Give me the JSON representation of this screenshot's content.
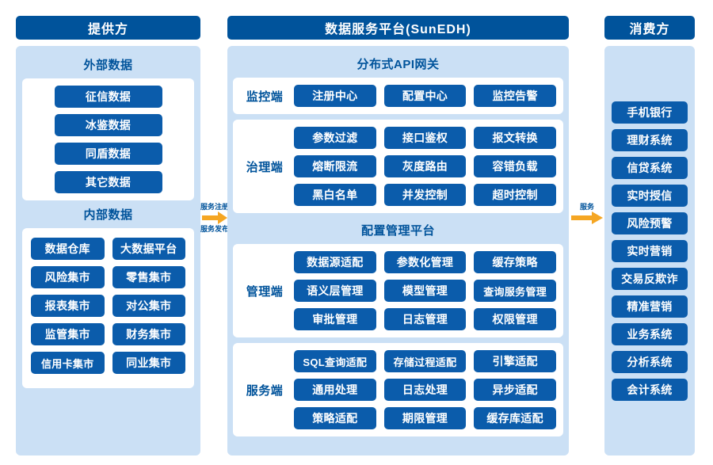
{
  "columns": {
    "provider": {
      "header": "提供方",
      "groups": [
        {
          "title": "外部数据",
          "items": [
            "征信数据",
            "冰鉴数据",
            "同盾数据",
            "其它数据"
          ]
        },
        {
          "title": "内部数据",
          "items": [
            "数据仓库",
            "大数据平台",
            "风险集市",
            "零售集市",
            "报表集市",
            "对公集市",
            "监管集市",
            "财务集市",
            "信用卡集市",
            "同业集市"
          ]
        }
      ]
    },
    "platform": {
      "header": "数据服务平台(SunEDH)",
      "groups": [
        {
          "title": "分布式API网关",
          "rows": [
            {
              "label": "监控端",
              "items": [
                "注册中心",
                "配置中心",
                "监控告警"
              ]
            },
            {
              "label": "治理端",
              "items": [
                "参数过滤",
                "接口鉴权",
                "报文转换",
                "熔断限流",
                "灰度路由",
                "容错负载",
                "黑白名单",
                "并发控制",
                "超时控制"
              ]
            }
          ]
        },
        {
          "title": "配置管理平台",
          "rows": [
            {
              "label": "管理端",
              "items": [
                "数据源适配",
                "参数化管理",
                "缓存策略",
                "语义层管理",
                "模型管理",
                "查询服务管理",
                "审批管理",
                "日志管理",
                "权限管理"
              ]
            },
            {
              "label": "服务端",
              "items": [
                "SQL查询适配",
                "存储过程适配",
                "引擎适配",
                "通用处理",
                "日志处理",
                "异步适配",
                "策略适配",
                "期限管理",
                "缓存库适配"
              ]
            }
          ]
        }
      ]
    },
    "consumer": {
      "header": "消费方",
      "items": [
        "手机银行",
        "理财系统",
        "信贷系统",
        "实时授信",
        "风险预警",
        "实时营销",
        "交易反欺诈",
        "精准营销",
        "业务系统",
        "分析系统",
        "会计系统"
      ]
    }
  },
  "arrows": {
    "left": {
      "top_label": "服务注册",
      "bottom_label": "服务发布",
      "icon": "arrow-right-icon"
    },
    "right": {
      "top_label": "服务",
      "bottom_label": "",
      "icon": "arrow-right-icon"
    }
  },
  "colors": {
    "header_blue": "#00539b",
    "chip_blue": "#0b5cab",
    "panel_light_blue": "#cbe0f5",
    "card_white": "#ffffff",
    "arrow_orange": "#f5a623",
    "title_text_blue": "#00539b"
  }
}
